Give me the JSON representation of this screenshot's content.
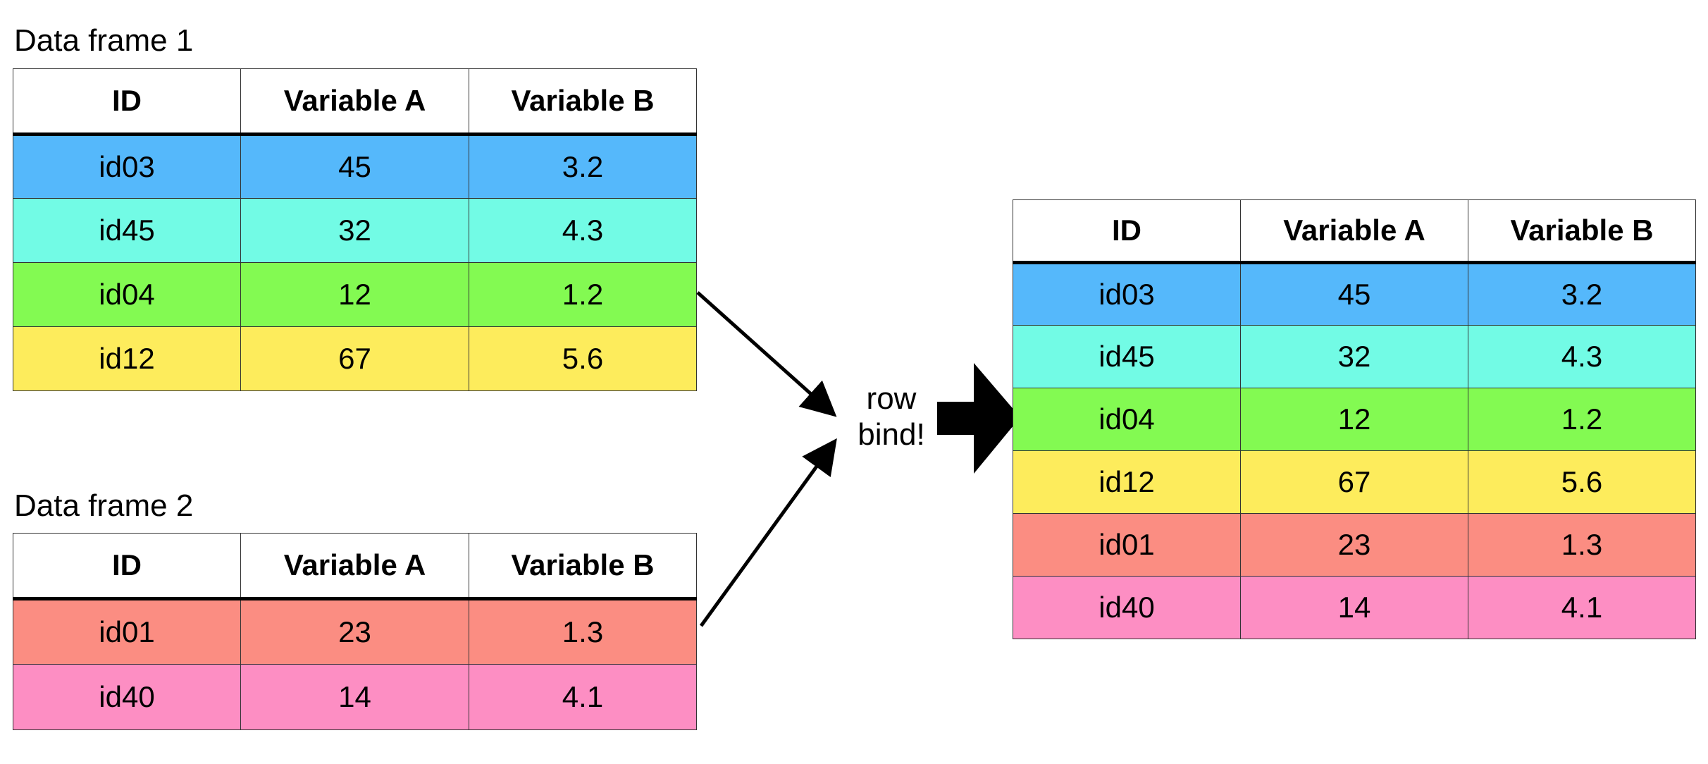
{
  "colors": {
    "blue": "#55b8fb",
    "cyan": "#72fbe5",
    "green": "#83fa52",
    "yellow": "#fdec5c",
    "red": "#fb8d82",
    "pink": "#fd8ec3"
  },
  "data_frame_1": {
    "title": "Data frame 1",
    "headers": [
      "ID",
      "Variable A",
      "Variable B"
    ],
    "rows": [
      {
        "color": "blue",
        "cells": [
          "id03",
          "45",
          "3.2"
        ]
      },
      {
        "color": "cyan",
        "cells": [
          "id45",
          "32",
          "4.3"
        ]
      },
      {
        "color": "green",
        "cells": [
          "id04",
          "12",
          "1.2"
        ]
      },
      {
        "color": "yellow",
        "cells": [
          "id12",
          "67",
          "5.6"
        ]
      }
    ]
  },
  "data_frame_2": {
    "title": "Data frame 2",
    "headers": [
      "ID",
      "Variable A",
      "Variable B"
    ],
    "rows": [
      {
        "color": "red",
        "cells": [
          "id01",
          "23",
          "1.3"
        ]
      },
      {
        "color": "pink",
        "cells": [
          "id40",
          "14",
          "4.1"
        ]
      }
    ]
  },
  "operation": {
    "label_line1": "row",
    "label_line2": "bind!"
  },
  "result": {
    "headers": [
      "ID",
      "Variable A",
      "Variable B"
    ],
    "rows": [
      {
        "color": "blue",
        "cells": [
          "id03",
          "45",
          "3.2"
        ]
      },
      {
        "color": "cyan",
        "cells": [
          "id45",
          "32",
          "4.3"
        ]
      },
      {
        "color": "green",
        "cells": [
          "id04",
          "12",
          "1.2"
        ]
      },
      {
        "color": "yellow",
        "cells": [
          "id12",
          "67",
          "5.6"
        ]
      },
      {
        "color": "red",
        "cells": [
          "id01",
          "23",
          "1.3"
        ]
      },
      {
        "color": "pink",
        "cells": [
          "id40",
          "14",
          "4.1"
        ]
      }
    ]
  }
}
